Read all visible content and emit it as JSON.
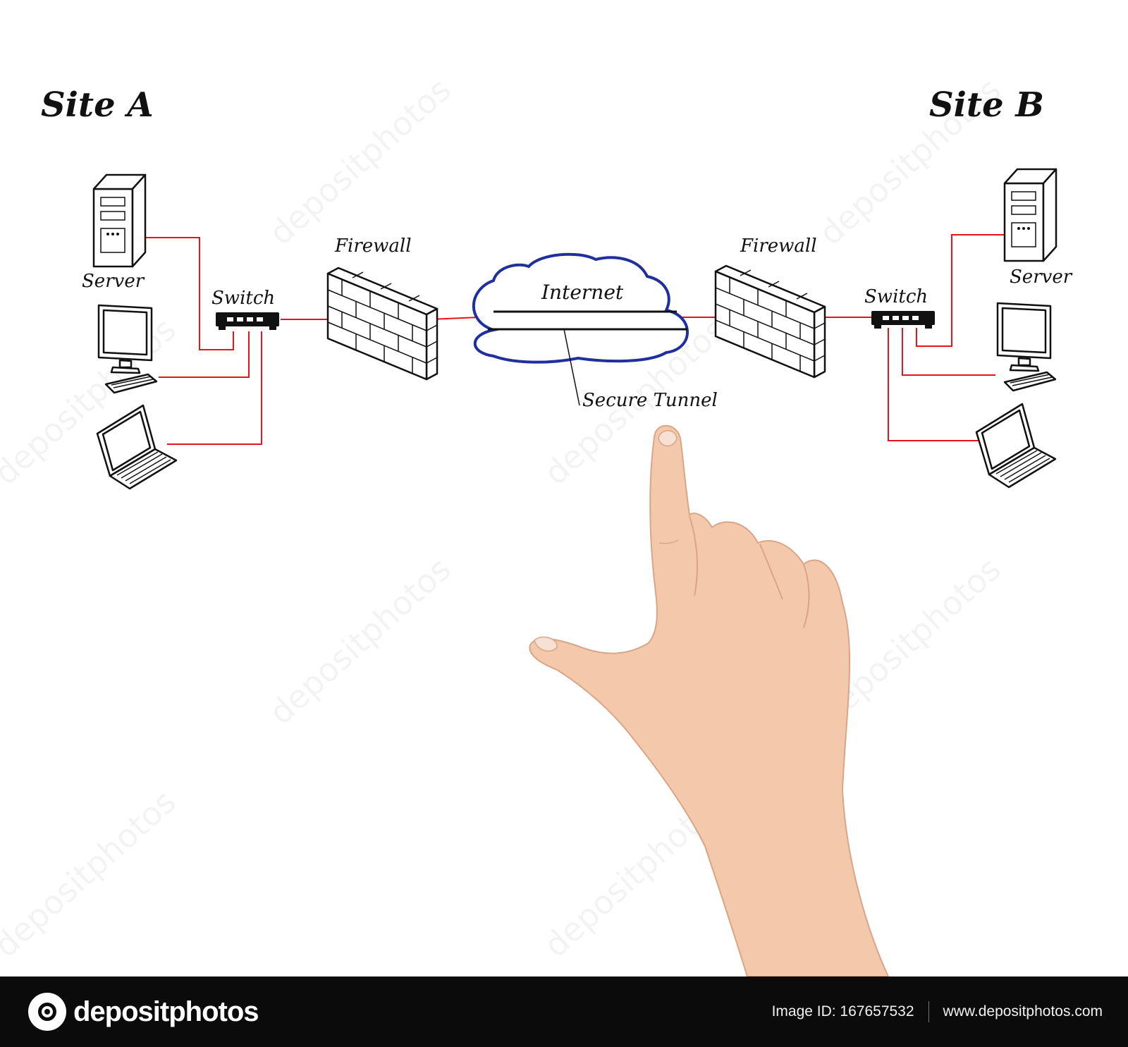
{
  "site_a": {
    "title": "Site A",
    "server": "Server",
    "switch": "Switch",
    "firewall": "Firewall"
  },
  "site_b": {
    "title": "Site B",
    "server": "Server",
    "switch": "Switch",
    "firewall": "Firewall"
  },
  "cloud": {
    "label": "Internet",
    "tunnel": "Secure Tunnel"
  },
  "watermark": "depositphotos",
  "footer": {
    "brand": "depositphotos",
    "image_id": "Image ID: 167657532",
    "url": "www.depositphotos.com"
  },
  "colors": {
    "wire": "#e8141c",
    "cloud": "#1f2f9e",
    "footer_bg": "#0b0b0b"
  },
  "icons": [
    "server-icon",
    "monitor-icon",
    "keyboard-icon",
    "laptop-icon",
    "switch-icon",
    "firewall-icon",
    "cloud-icon",
    "hand-pointer"
  ]
}
